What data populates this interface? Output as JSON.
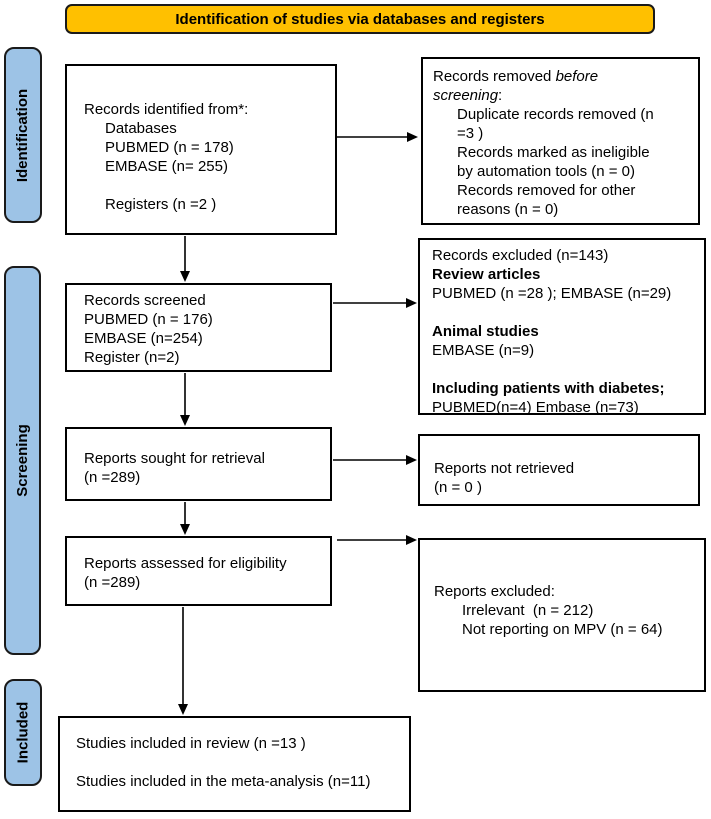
{
  "colors": {
    "banner_bg": "#FFC000",
    "sidebar_bg": "#9DC3E6",
    "box_border": "#000000"
  },
  "banner": {
    "label": "Identification of studies via databases and registers"
  },
  "sidebar": {
    "identification": "Identification",
    "screening": "Screening",
    "included": "Included"
  },
  "boxes": {
    "records_identified": {
      "title": "Records identified from*:",
      "lines": [
        "Databases",
        "PUBMED (n = 178)",
        "EMBASE (n= 255)",
        "Registers (n =2 )"
      ]
    },
    "records_removed": {
      "title_normal": "Records removed ",
      "title_italic": "before screening",
      "title_colon": ":",
      "items": [
        "Duplicate records removed (n =3 )",
        "Records marked as ineligible by automation tools (n = 0)",
        "Records removed for other reasons (n = 0)"
      ]
    },
    "records_screened": {
      "lines": [
        "Records screened",
        "PUBMED (n = 176)",
        "EMBASE (n=254)",
        "Register (n=2)"
      ]
    },
    "records_excluded": {
      "title": "Records excluded (n=143)",
      "groups": [
        {
          "heading": "Review articles",
          "detail": "PUBMED (n =28 ); EMBASE (n=29)"
        },
        {
          "heading": "Animal studies",
          "detail": "EMBASE (n=9)"
        },
        {
          "heading": "Including patients with diabetes;",
          "detail": "PUBMED(n=4) Embase (n=73)"
        }
      ]
    },
    "reports_sought": {
      "lines": [
        "Reports sought for retrieval",
        "(n =289)"
      ]
    },
    "reports_not_retrieved": {
      "lines": [
        "Reports not retrieved",
        "(n = 0 )"
      ]
    },
    "reports_assessed": {
      "lines": [
        "Reports assessed for eligibility",
        "(n =289)"
      ]
    },
    "reports_excluded": {
      "title": "Reports excluded:",
      "items": [
        "Irrelevant  (n = 212)",
        "Not reporting on MPV (n = 64)"
      ]
    },
    "studies_included": {
      "lines": [
        "Studies included in review (n =13 )",
        "Studies included in the meta-analysis (n=11)"
      ]
    }
  }
}
